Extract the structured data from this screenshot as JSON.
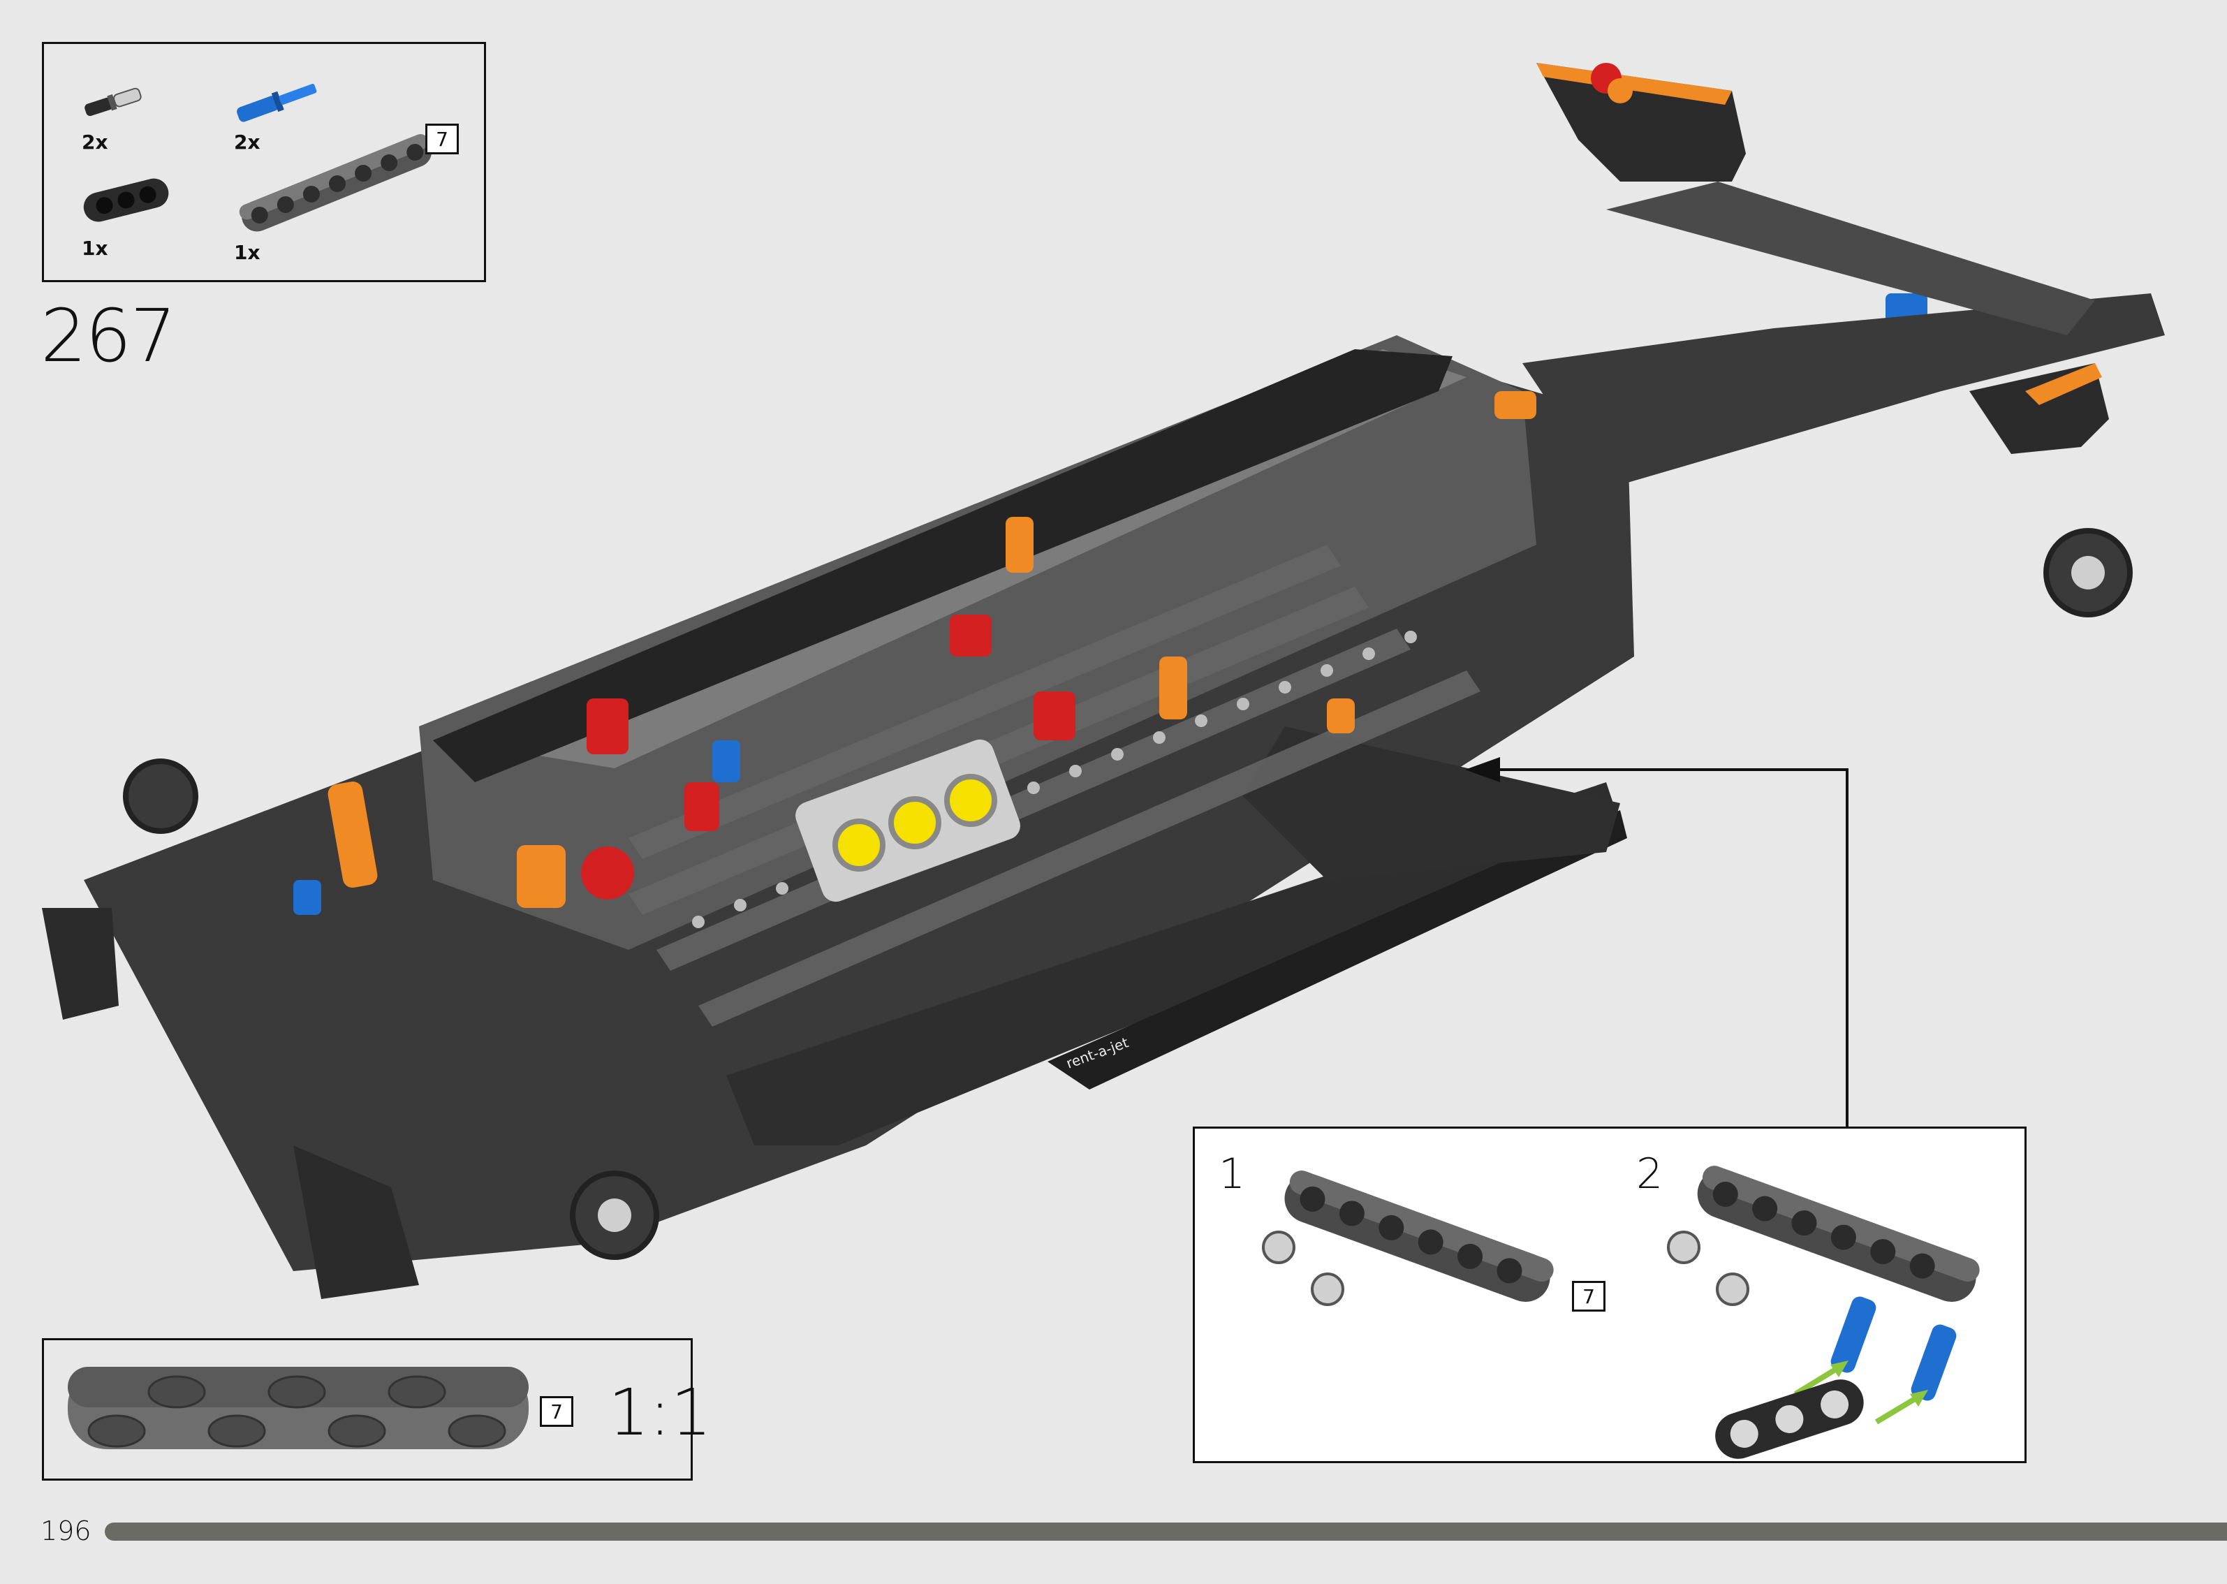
{
  "parts_list": {
    "items": [
      {
        "name": "friction-pin-black",
        "qty": "2x"
      },
      {
        "name": "axle-pin-blue",
        "qty": "2x"
      },
      {
        "name": "beam-3-black",
        "qty": "1x"
      },
      {
        "name": "beam-7-dark-grey",
        "qty": "1x",
        "length": "7"
      }
    ]
  },
  "step": {
    "number": "267"
  },
  "scale_box": {
    "length": "7",
    "scale": "1:1"
  },
  "callout": {
    "substeps": [
      {
        "number": "1",
        "length": "7"
      },
      {
        "number": "2"
      }
    ]
  },
  "model": {
    "decal_text": "rent-a-jet"
  },
  "footer": {
    "page_number": "196"
  },
  "colors": {
    "page_bg": "#e8e8e8",
    "dark_grey": "#4a4a4a",
    "black_part": "#2b2b2b",
    "blue_part": "#1f6fd1",
    "orange_part": "#f08a24",
    "red_part": "#d42020",
    "yellow_part": "#f5e000",
    "arrow_green": "#8cc63f",
    "progress_bar": "#6b6b66"
  }
}
